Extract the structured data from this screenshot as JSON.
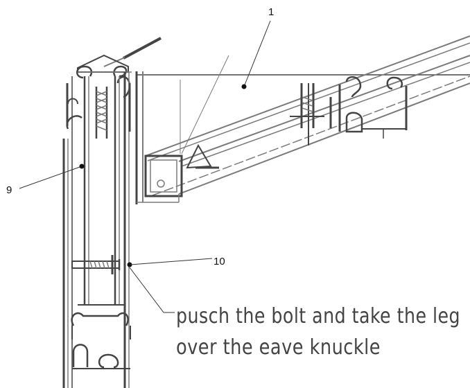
{
  "labels": {
    "part_1": "1",
    "part_9": "9",
    "part_10": "10"
  },
  "instruction": {
    "line1": "pusch the bolt and take the leg",
    "line2": "over the eave knuckle"
  },
  "colors": {
    "line": "#7a7a7a",
    "dark": "#444444",
    "background": "#ffffff"
  }
}
